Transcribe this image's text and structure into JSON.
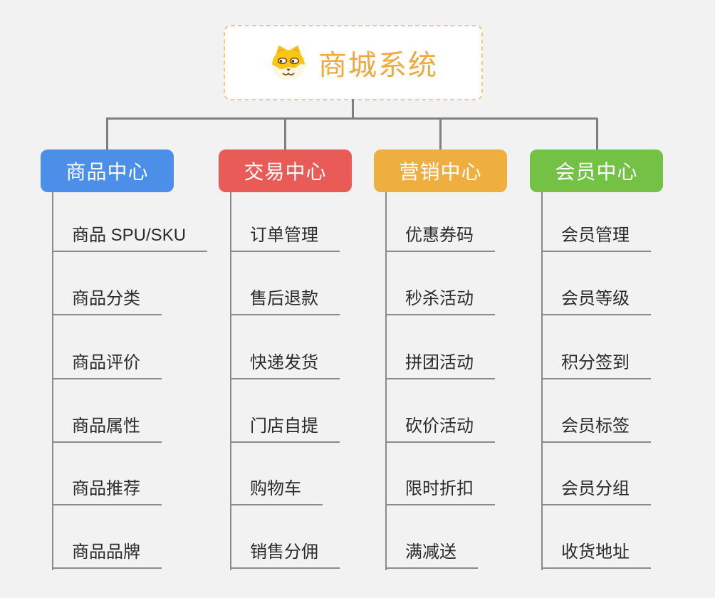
{
  "background_color": "#f2f2f2",
  "connector_color": "#7f7f7f",
  "underline_color": "#8a8a8a",
  "root": {
    "title": "商城系统",
    "icon": "dog-face-icon",
    "text_color": "#f0a93d",
    "border_color": "#f6c883",
    "fill_color": "#ffffff"
  },
  "branches": [
    {
      "label": "商品中心",
      "color": "#4c8fe8",
      "items": [
        "商品 SPU/SKU",
        "商品分类",
        "商品评价",
        "商品属性",
        "商品推荐",
        "商品品牌"
      ]
    },
    {
      "label": "交易中心",
      "color": "#e85b56",
      "items": [
        "订单管理",
        "售后退款",
        "快递发货",
        "门店自提",
        "购物车",
        "销售分佣"
      ]
    },
    {
      "label": "营销中心",
      "color": "#eeae40",
      "items": [
        "优惠券码",
        "秒杀活动",
        "拼团活动",
        "砍价活动",
        "限时折扣",
        "满减送"
      ]
    },
    {
      "label": "会员中心",
      "color": "#73c145",
      "items": [
        "会员管理",
        "会员等级",
        "积分签到",
        "会员标签",
        "会员分组",
        "收货地址"
      ]
    }
  ]
}
